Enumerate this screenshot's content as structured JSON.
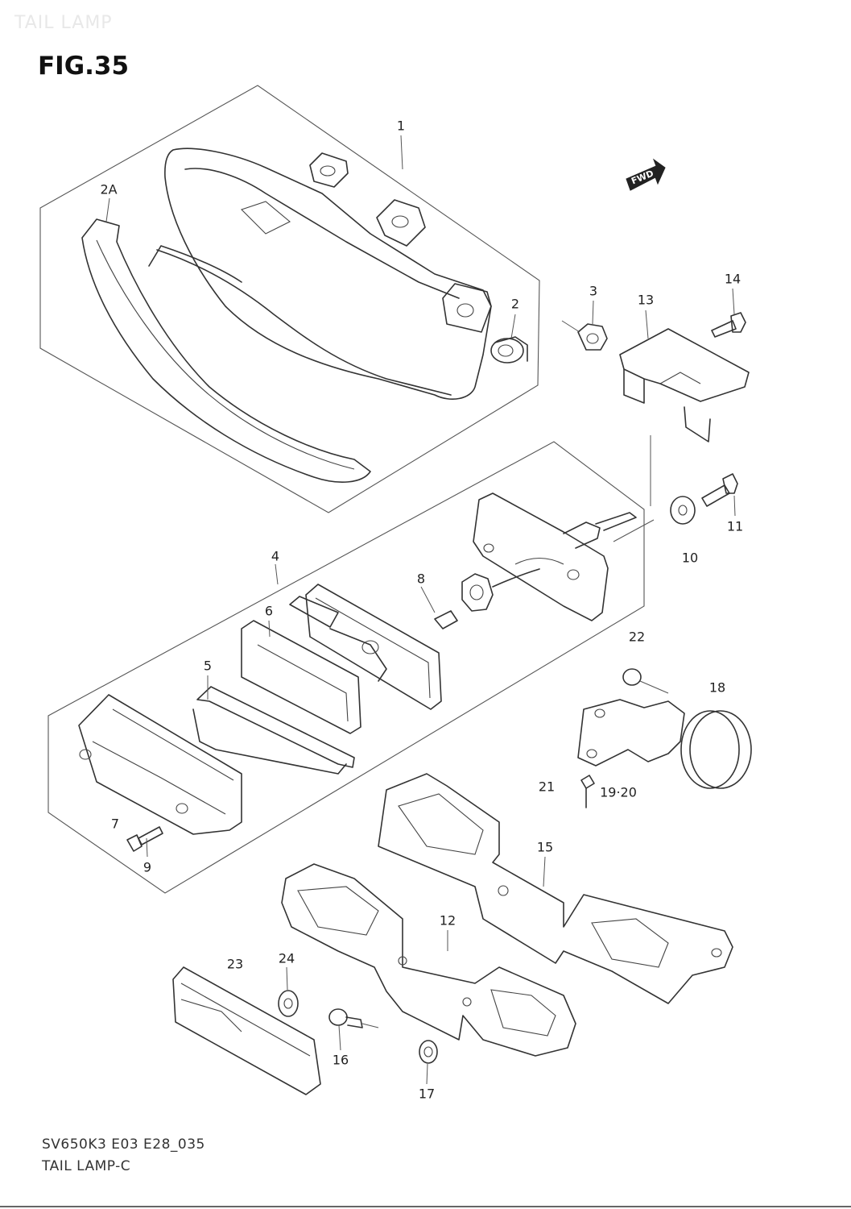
{
  "watermark": "TAIL LAMP",
  "figure": {
    "title": "FIG.35"
  },
  "direction_badge": "FWD",
  "callouts": {
    "c1": "1",
    "c2a": "2A",
    "c2": "2",
    "c3": "3",
    "c13": "13",
    "c14": "14",
    "c4": "4",
    "c8": "8",
    "c6": "6",
    "c5": "5",
    "c22": "22",
    "c10": "10",
    "c11": "11",
    "c18": "18",
    "c21": "21",
    "c1920": "19·20",
    "c7": "7",
    "c9": "9",
    "c15": "15",
    "c12": "12",
    "c23": "23",
    "c24": "24",
    "c16": "16",
    "c17": "17"
  },
  "footer": {
    "code": "SV650K3 E03 E28_035",
    "caption": "TAIL LAMP-C"
  },
  "colors": {
    "line": "#333333",
    "background": "#ffffff"
  }
}
